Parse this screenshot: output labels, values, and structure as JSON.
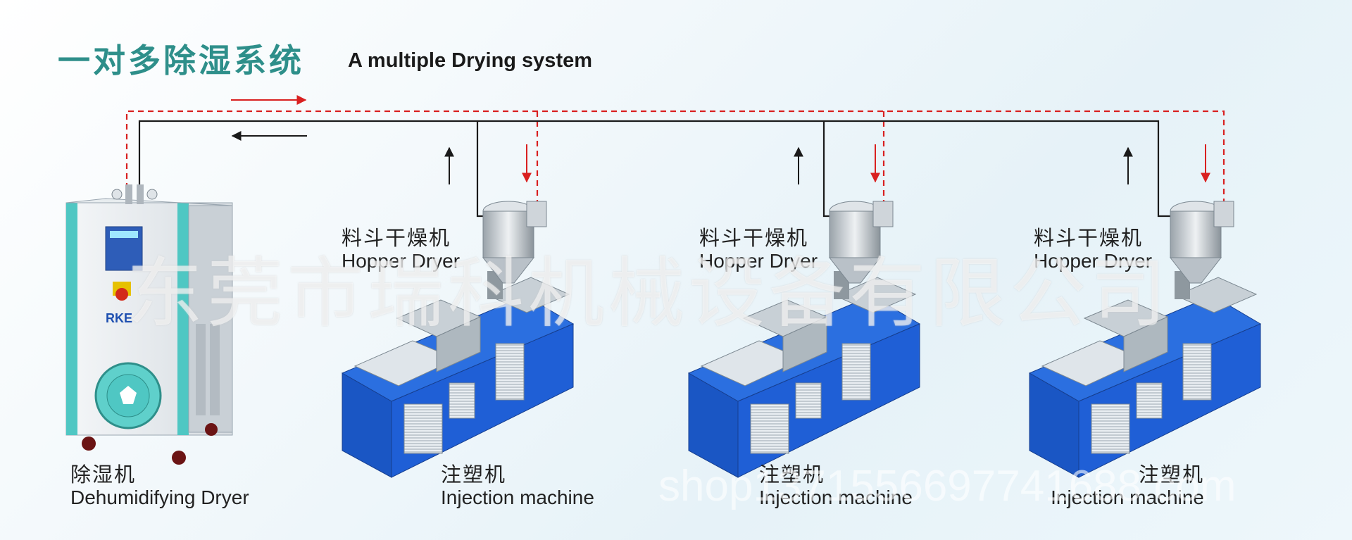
{
  "title": {
    "cn": "一对多除湿系统",
    "en": "A multiple Drying system"
  },
  "dryer": {
    "label_cn": "除湿机",
    "label_en": "Dehumidifying Dryer",
    "brand": "RKE"
  },
  "stations": [
    {
      "hopper_cn": "料斗干燥机",
      "hopper_en": "Hopper Dryer",
      "machine_cn": "注塑机",
      "machine_en": "Injection machine"
    },
    {
      "hopper_cn": "料斗干燥机",
      "hopper_en": "Hopper Dryer",
      "machine_cn": "注塑机",
      "machine_en": "Injection machine"
    },
    {
      "hopper_cn": "料斗干燥机",
      "hopper_en": "Hopper Dryer",
      "machine_cn": "注塑机",
      "machine_en": "Injection machine"
    }
  ],
  "watermark": {
    "company": "东莞市瑞科机械设备有限公司",
    "shop": "shop1371556697741688.com"
  },
  "colors": {
    "title": "#2e8f8a",
    "supply_line": "#d92020",
    "return_line": "#1a1a1a",
    "machine_blue": "#1f5fd6",
    "dryer_teal": "#4fc7c3"
  }
}
